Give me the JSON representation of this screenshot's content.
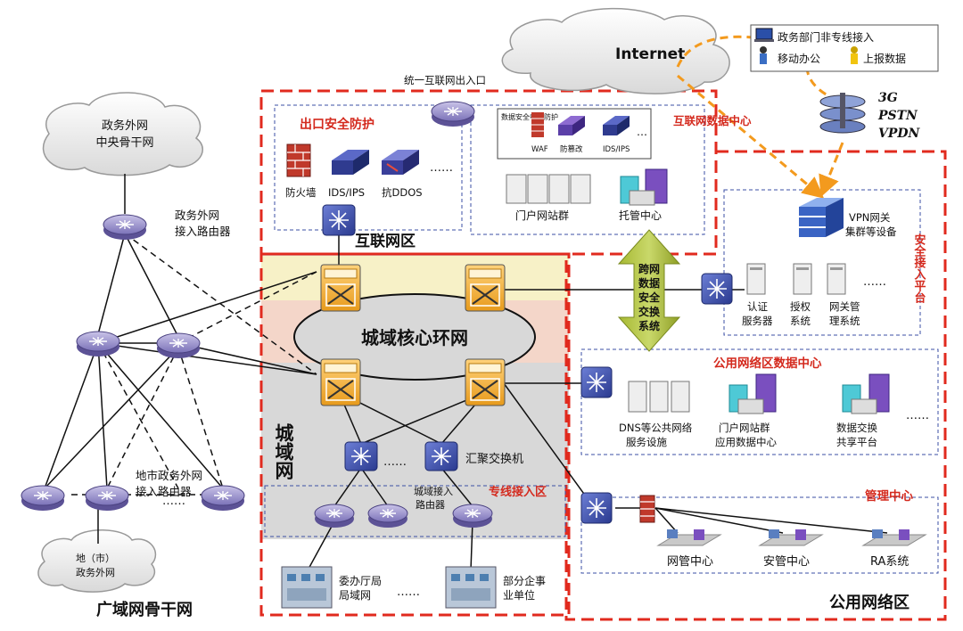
{
  "internet": {
    "label": "Internet",
    "unified_exit": "统一互联网出入口",
    "remote_users": [
      "政务部门非专线接入",
      "移动办公",
      "上报数据"
    ],
    "access_types": [
      "3G",
      "PSTN",
      "VPDN"
    ]
  },
  "wan": {
    "cloud_label": [
      "政务外网",
      "中央骨干网"
    ],
    "access_router_label": [
      "政务外网",
      "接入路由器"
    ],
    "city_router_label": [
      "地市政务外网",
      "接入路由器"
    ],
    "city_cloud_label": [
      "地（市）",
      "政务外网"
    ],
    "zone_label": "广域网骨干网"
  },
  "internet_zone": {
    "zone_label": "互联网区",
    "egress_title": "出口安全防护",
    "egress_devices": [
      "防火墙",
      "IDS/IPS",
      "抗DDOS",
      "……"
    ],
    "dc_title": "互联网数据中心",
    "dc_devices": [
      "数据安全中心防护",
      "WAF",
      "防篡改",
      "IDS/IPS",
      "…"
    ],
    "portal_cluster": "门户网站群",
    "hosting_center": "托管中心"
  },
  "exchange": {
    "label": [
      "跨网",
      "数据",
      "安全",
      "交换",
      "系统"
    ]
  },
  "secure_access": {
    "vpn_label": [
      "VPN网关",
      "集群等设备"
    ],
    "platform_label": "安全接入平台",
    "servers": [
      {
        "label": [
          "认证",
          "服务器"
        ]
      },
      {
        "label": [
          "授权",
          "系统"
        ]
      },
      {
        "label": [
          "网关管",
          "理系统"
        ]
      }
    ],
    "ellipsis": "……"
  },
  "metro": {
    "core_ring": "城域核心环网",
    "zone_label": "城域网",
    "agg_switch": "汇聚交换机",
    "agg_ellipsis": "……",
    "access_router": [
      "城域接入",
      "路由器"
    ],
    "dedicated_access": "专线接入区",
    "lan_units": [
      {
        "label": [
          "委办厅局",
          "局域网"
        ]
      },
      {
        "label": [
          "部分企事",
          "业单位"
        ]
      }
    ],
    "lan_ellipsis": "……"
  },
  "public_zone": {
    "zone_label": "公用网络区",
    "dc_title": "公用网络区数据中心",
    "dc_items": [
      {
        "label": [
          "DNS等公共网络",
          "服务设施"
        ]
      },
      {
        "label": [
          "门户网站群",
          "应用数据中心"
        ]
      },
      {
        "label": [
          "数据交换",
          "共享平台"
        ]
      }
    ],
    "dc_ellipsis": "……",
    "mgmt_title": "管理中心",
    "mgmt_items": [
      "网管中心",
      "安管中心",
      "RA系统"
    ]
  }
}
